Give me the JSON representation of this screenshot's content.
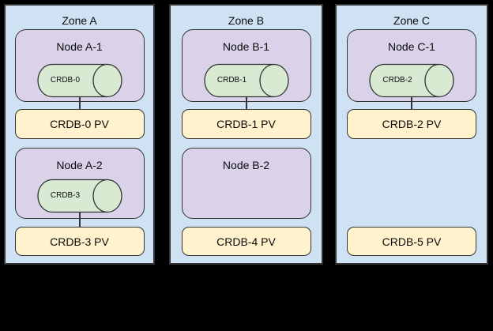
{
  "diagram_title": "",
  "colors": {
    "background": "#000000",
    "zone_fill": "#cfe2f3",
    "node_fill": "#d9d2e9",
    "pod_fill": "#d9ead3",
    "pv_fill": "#fff2cc",
    "border": "#333333"
  },
  "zones": [
    {
      "label": "Zone A",
      "groups": [
        {
          "node": "Node A-1",
          "pod": "CRDB-0",
          "pv": "CRDB-0 PV",
          "connected": true
        },
        {
          "node": "Node A-2",
          "pod": "CRDB-3",
          "pv": "CRDB-3 PV",
          "connected": true
        }
      ]
    },
    {
      "label": "Zone B",
      "groups": [
        {
          "node": "Node B-1",
          "pod": "CRDB-1",
          "pv": "CRDB-1 PV",
          "connected": true
        },
        {
          "node": "Node B-2",
          "pod": null,
          "pv": "CRDB-4 PV",
          "connected": false
        }
      ]
    },
    {
      "label": "Zone C",
      "groups": [
        {
          "node": "Node C-1",
          "pod": "CRDB-2",
          "pv": "CRDB-2 PV",
          "connected": true
        },
        {
          "node": null,
          "pod": null,
          "pv": "CRDB-5 PV",
          "connected": false
        }
      ]
    }
  ]
}
